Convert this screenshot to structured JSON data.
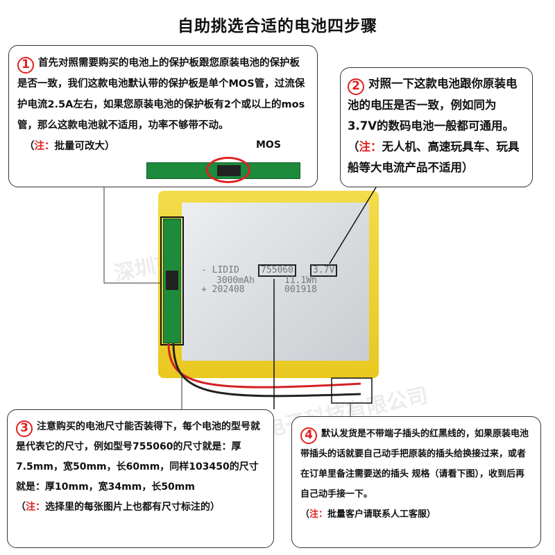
{
  "title": "自助挑选合适的电池四步骤",
  "watermark": "深圳市铭能电子科技有限公司",
  "step1": {
    "num": "1",
    "text": "首先对照需要购买的电池上的保护板跟您原装电池的保护板是否一致，我们这款电池默认带的保护板是单个MOS管，过流保护电流2.5A左右，如果您原装电池的保护板有2个或以上的mos管，那么这款电池就不适用，功率不够带不动。",
    "note_open": "（",
    "note_label": "注：",
    "note_text": "批量可改大）",
    "mos_label": "MOS"
  },
  "step2": {
    "num": "2",
    "text": "对照一下这款电池跟你原装电池的电压是否一致，例如同为3.7V的数码电池一般都可通用。",
    "note_open": "（",
    "note_label": "注：",
    "note_text": "无人机、高速玩具车、玩具船等大电流产品不适用）"
  },
  "step3": {
    "num": "3",
    "text": "注意购买的电池尺寸能否装得下，每个电池的型号就是代表它的尺寸，例如型号755060的尺寸就是：厚7.5mm，宽50mm，长60mm，同样103450的尺寸就是：厚10mm，宽34mm，长50mm",
    "note_open": "（",
    "note_label": "注：",
    "note_text": "选择里的每张图片上也都有尺寸标注的）"
  },
  "step4": {
    "num": "4",
    "text": "默认发货是不带端子插头的红黑线的，如果原装电池带插头的话就要自己动手把原装的插头给换接过来，或者在订单里备注需要送的插头 规格（请看下图），收到后再自己动手接一下。",
    "note_open": "（",
    "note_label": "注：",
    "note_text": "批量客户请联系人工客服）"
  },
  "battery_print": {
    "brand": "- LIDID",
    "model": "755060",
    "voltage": "3.7V",
    "capacity": "3000mAh",
    "energy": "11.1Wh",
    "date": "+ 202408",
    "serial": "001918"
  },
  "colors": {
    "accent_red": "#e02020",
    "battery_yellow": "#f3dc4a",
    "pcb_green": "#1d8a3c"
  }
}
